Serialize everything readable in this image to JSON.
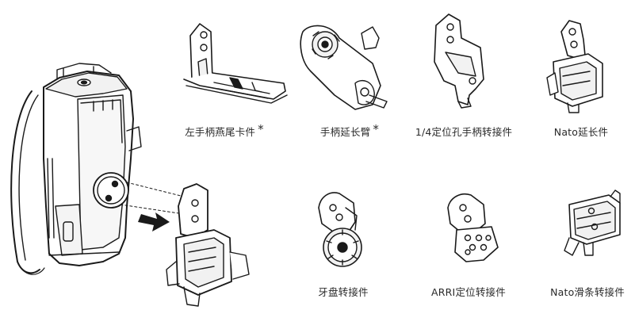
{
  "parts": [
    {
      "id": "left-dovetail",
      "label": "左手柄燕尾卡件",
      "asterisk": "*"
    },
    {
      "id": "handle-arm",
      "label": "手柄延长臂",
      "asterisk": "*"
    },
    {
      "id": "quarter-inch-adapter",
      "label": "1/4定位孔手柄转接件",
      "asterisk": ""
    },
    {
      "id": "nato-extension",
      "label": "Nato延长件",
      "asterisk": ""
    },
    {
      "id": "rosette-adapter",
      "label": "牙盘转接件",
      "asterisk": ""
    },
    {
      "id": "arri-adapter",
      "label": "ARRI定位转接件",
      "asterisk": ""
    },
    {
      "id": "nato-rail-adapter",
      "label": "Nato滑条转接件",
      "asterisk": ""
    }
  ]
}
